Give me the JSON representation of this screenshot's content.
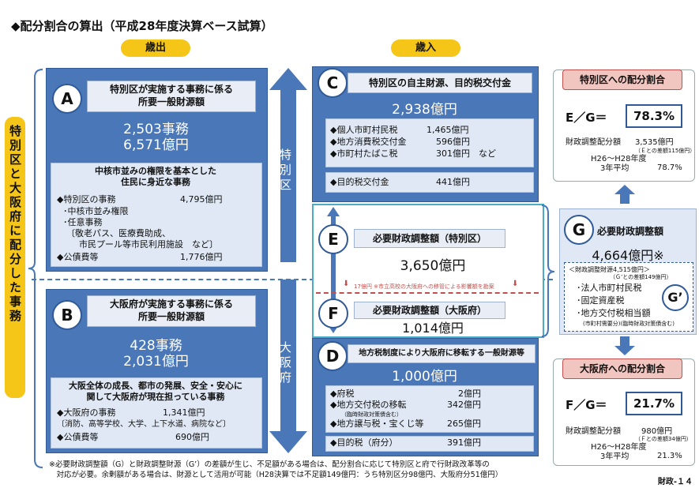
{
  "title": "◆配分割合の算出（平成28年度決算ベース試算）",
  "headers": {
    "expenditure": "歳出",
    "revenue": "歳入"
  },
  "left_vertical": "特別区と大阪府に配分した事務",
  "arrow_labels": {
    "tokubetsuku": "特別区",
    "osakafu": "大阪府"
  },
  "box_a": {
    "letter": "A",
    "heading_1": "特別区が実施する事務に係る",
    "heading_2": "所要一般財源額",
    "line1": "2,503事務",
    "line2": "6,571億円",
    "sub_heading_1": "中核市並みの権限を基本とした",
    "sub_heading_2": "住民に身近な事務",
    "rows": [
      {
        "label": "◆特別区の事務",
        "value": "4,795億円"
      },
      {
        "label": "･中核市並み権限",
        "value": ""
      },
      {
        "label": "･任意事務",
        "value": ""
      },
      {
        "label": "〔敬老パス、医療費助成、",
        "value": ""
      },
      {
        "label": "市民プール等市民利用施設　など〕",
        "value": ""
      },
      {
        "label": "◆公債費等",
        "value": "1,776億円"
      }
    ]
  },
  "box_b": {
    "letter": "B",
    "heading_1": "大阪府が実施する事務に係る",
    "heading_2": "所要一般財源額",
    "line1": "428事務",
    "line2": "2,031億円",
    "sub_heading_1": "大阪全体の成長、都市の発展、安全・安心に",
    "sub_heading_2": "関して大阪府が現在担っている事務",
    "rows": [
      {
        "label": "◆大阪府の事務",
        "value": "1,341億円"
      },
      {
        "label": "〔消防、高等学校、大学、上下水道、病院など〕",
        "value": ""
      },
      {
        "label": "◆公債費等",
        "value": "690億円"
      }
    ]
  },
  "box_c": {
    "letter": "C",
    "heading": "特別区の自主財源、目的税交付金",
    "total": "2,938億円",
    "rows": [
      {
        "label": "◆個人市町村民税",
        "value": "1,465億円"
      },
      {
        "label": "◆地方消費税交付金",
        "value": "596億円"
      },
      {
        "label": "◆市町村たばこ税",
        "value": "301億円　など"
      }
    ],
    "extra": {
      "label": "◆目的税交付金",
      "value": "441億円"
    }
  },
  "box_d": {
    "letter": "D",
    "heading": "地方税制度により大阪府に移転する一般財源等",
    "total": "1,000億円",
    "rows": [
      {
        "label": "◆府税",
        "value": "2億円",
        "note": ""
      },
      {
        "label": "◆地方交付税の移転",
        "value": "342億円",
        "note": "（臨時財政対策債含む）"
      },
      {
        "label": "◆地方譲与税・宝くじ等",
        "value": "265億円",
        "note": ""
      }
    ],
    "extra": {
      "label": "◆目的税（府分）",
      "value": "391億円"
    }
  },
  "box_e": {
    "letter": "E",
    "heading": "必要財政調整額（特別区）",
    "value": "3,650億円"
  },
  "box_f": {
    "letter": "F",
    "heading": "必要財政調整額（大阪府）",
    "value": "1,014億円"
  },
  "dashed_note": "17億円 ※市立高校の大阪府への移管による影響額を勘案",
  "box_g": {
    "letter": "G",
    "heading": "必要財政調整額",
    "value": "4,664億円※",
    "inner_title": "＜財政調整財源4,515億円＞",
    "inner_note": "（Ｇ’との差額149億円）",
    "rows": [
      "･法人市町村民税",
      "･固定資産税",
      "･地方交付税相当額"
    ],
    "row_note": "(市町村需要分)(臨時財政対策債含む)",
    "g_prime": "G’"
  },
  "ratio_ward": {
    "title": "特別区への配分割合",
    "formula": "E／G＝",
    "percent": "78.3%",
    "amount_label": "財政調整配分額",
    "amount": "3,535億円",
    "amount_note": "（Ｅとの差額115億円）",
    "avg_label_1": "H26～H28年度",
    "avg_label_2": "3年平均",
    "avg_value": "78.7%"
  },
  "ratio_pref": {
    "title": "大阪府への配分割合",
    "formula": "F／G＝",
    "percent": "21.7%",
    "amount_label": "財政調整配分額",
    "amount": "980億円",
    "amount_note": "（Ｆとの差額34億円）",
    "avg_label_1": "H26～H28年度",
    "avg_label_2": "3年平均",
    "avg_value": "21.3%"
  },
  "footnote_1": "※必要財政調整額（G）と財政調整財源（G’）の差額が生じ、不足額がある場合は、配分割合に応じて特別区と府で行財政改革等の",
  "footnote_2": "　対応が必要。余剰額がある場合は、財源として活用が可能（H28決算では不足額149億円：うち特別区分98億円、大阪府分51億円）",
  "page_number": "財政-１４",
  "colors": {
    "box_blue": "#4a77b7",
    "accent_yellow": "#f5c518",
    "ratio_red": "#f2c6c0"
  }
}
